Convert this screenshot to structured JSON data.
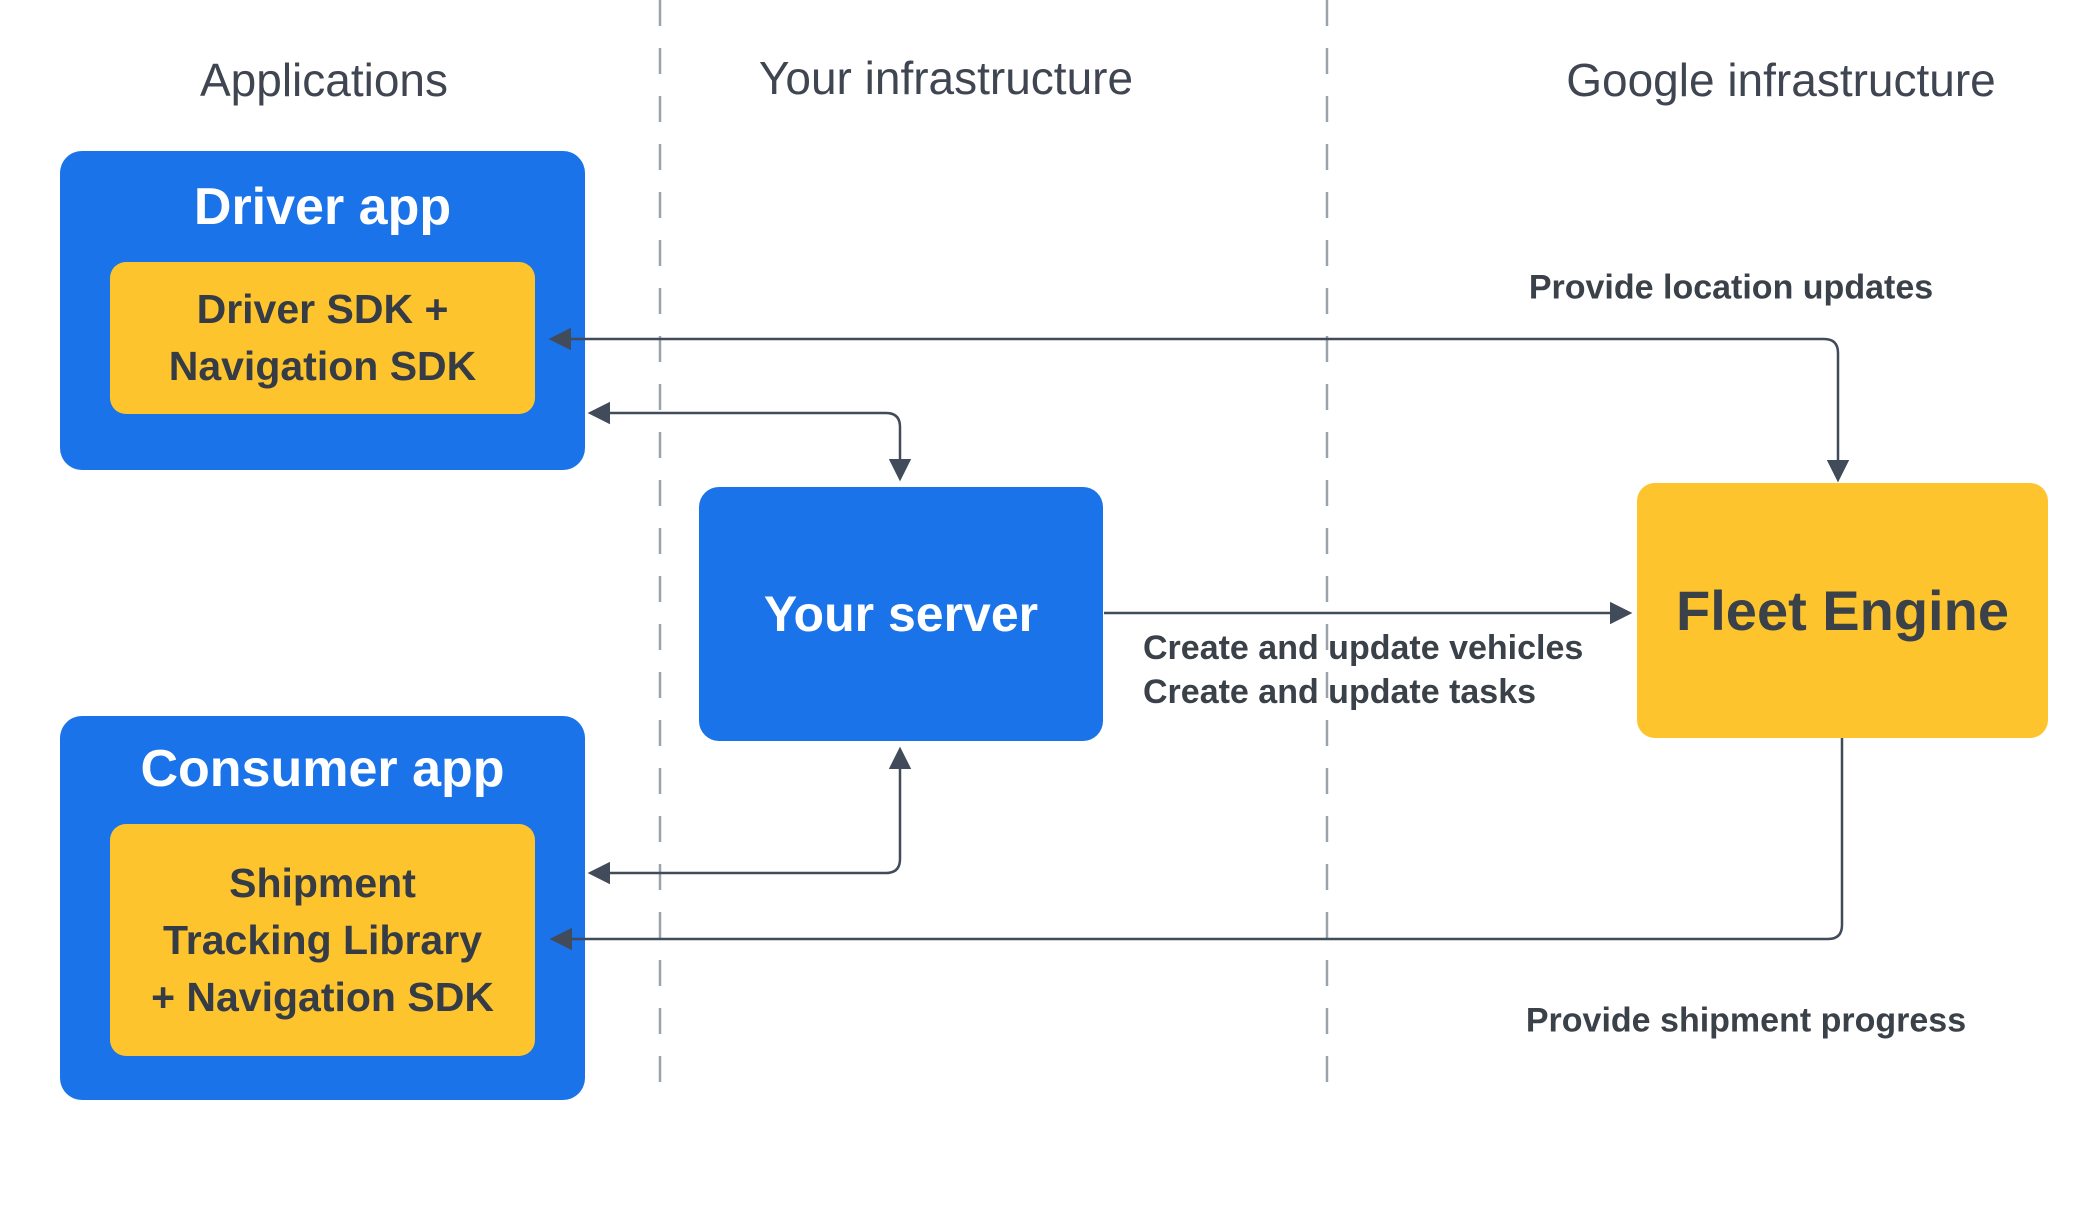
{
  "title": "Fleet Engine architecture diagram",
  "colors": {
    "blue": "#1a73e8",
    "yellow": "#fdc42d",
    "arrow_line": "#414b59",
    "label_text": "#3a4149",
    "header_text": "#3f4651",
    "box_dark_text": "#363c45",
    "divider_gray": "#9aa3ac",
    "white_text": "#ffffff"
  },
  "headers": {
    "applications": "Applications",
    "your_infrastructure": "Your infrastructure",
    "google_infrastructure": "Google infrastructure"
  },
  "nodes": {
    "driver_app": {
      "title": "Driver app",
      "sdk_line1": "Driver SDK +",
      "sdk_line2": "Navigation SDK"
    },
    "consumer_app": {
      "title": "Consumer app",
      "lib_line1": "Shipment",
      "lib_line2": "Tracking Library",
      "lib_line3": "+ Navigation SDK"
    },
    "your_server": {
      "title": "Your server"
    },
    "fleet_engine": {
      "title": "Fleet Engine"
    }
  },
  "edges": {
    "provide_location_updates": {
      "label": "Provide location updates"
    },
    "create_update": {
      "line1": "Create and update vehicles",
      "line2": "Create and update tasks"
    },
    "provide_shipment_progress": {
      "label": "Provide shipment progress"
    }
  }
}
